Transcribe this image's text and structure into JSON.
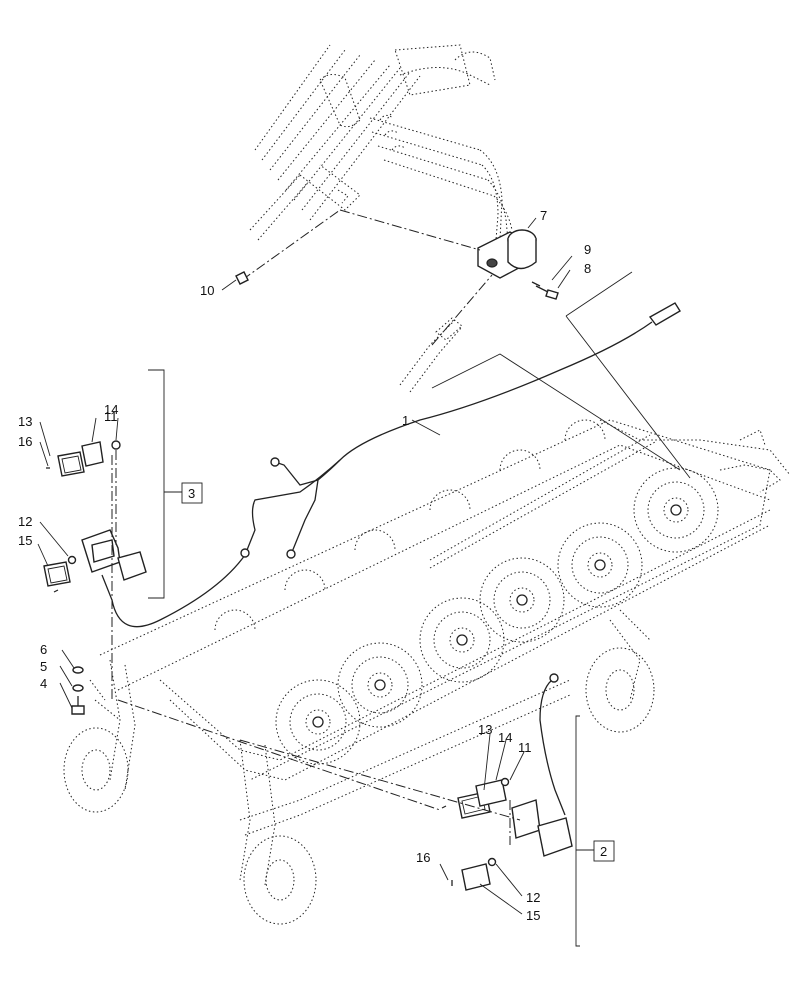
{
  "callouts": {
    "c1": "1",
    "c2": "2",
    "c3": "3",
    "c4": "4",
    "c5": "5",
    "c6": "6",
    "c7": "7",
    "c8": "8",
    "c9": "9",
    "c10": "10",
    "c11a": "11",
    "c11b": "11",
    "c12a": "12",
    "c12b": "12",
    "c13a": "13",
    "c13b": "13",
    "c14a": "14",
    "c14b": "14",
    "c15a": "15",
    "c15b": "15",
    "c16a": "16",
    "c16b": "16"
  },
  "colors": {
    "ink": "#222222",
    "background": "#ffffff"
  }
}
